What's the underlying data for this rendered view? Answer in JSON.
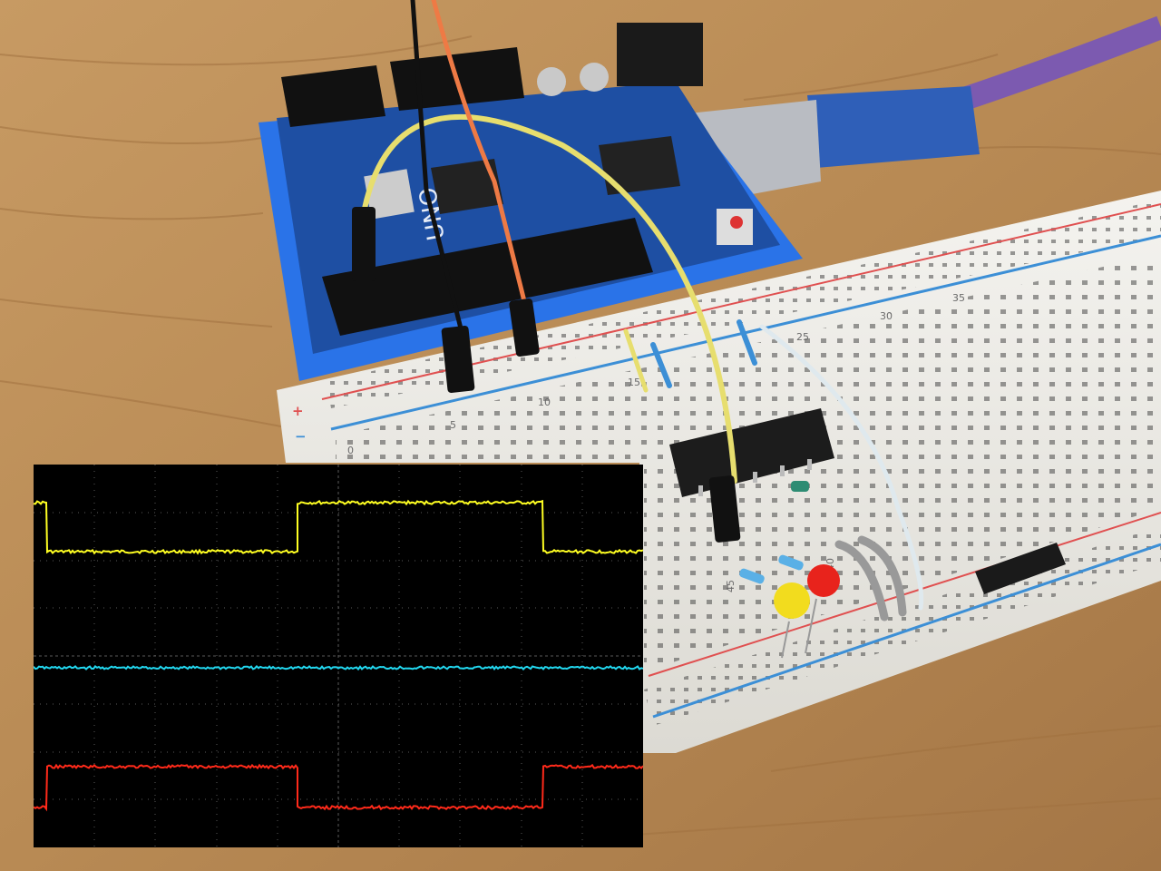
{
  "photo": {
    "board_silkscreen": "UNO",
    "breadboard": {
      "column_numbers": [
        "0",
        "5",
        "10",
        "15",
        "25",
        "30",
        "35",
        "40",
        "45"
      ],
      "rail_plus": "+",
      "rail_minus": "−"
    },
    "colors": {
      "wood": "#b88a54",
      "arduino_pcb": "#1e4fa3",
      "arduino_case": "#2a73e8",
      "breadboard": "#f1f0ec",
      "rail_red": "#e05050",
      "rail_blue": "#3c8fd6",
      "wire_yellow": "#e7de6e",
      "wire_orange": "#ee7a45",
      "usb_cable": "#7c5ab0"
    }
  },
  "oscilloscope": {
    "background": "#000000",
    "grid_color": "#5a5a5a",
    "channels": [
      {
        "color": "#ffff22",
        "levels": [
          "high",
          "low",
          "high",
          "low"
        ]
      },
      {
        "color": "#22d8f0",
        "levels": [
          "flat"
        ]
      },
      {
        "color": "#ff2a1a",
        "levels": [
          "low",
          "high",
          "low",
          "high"
        ]
      }
    ]
  }
}
